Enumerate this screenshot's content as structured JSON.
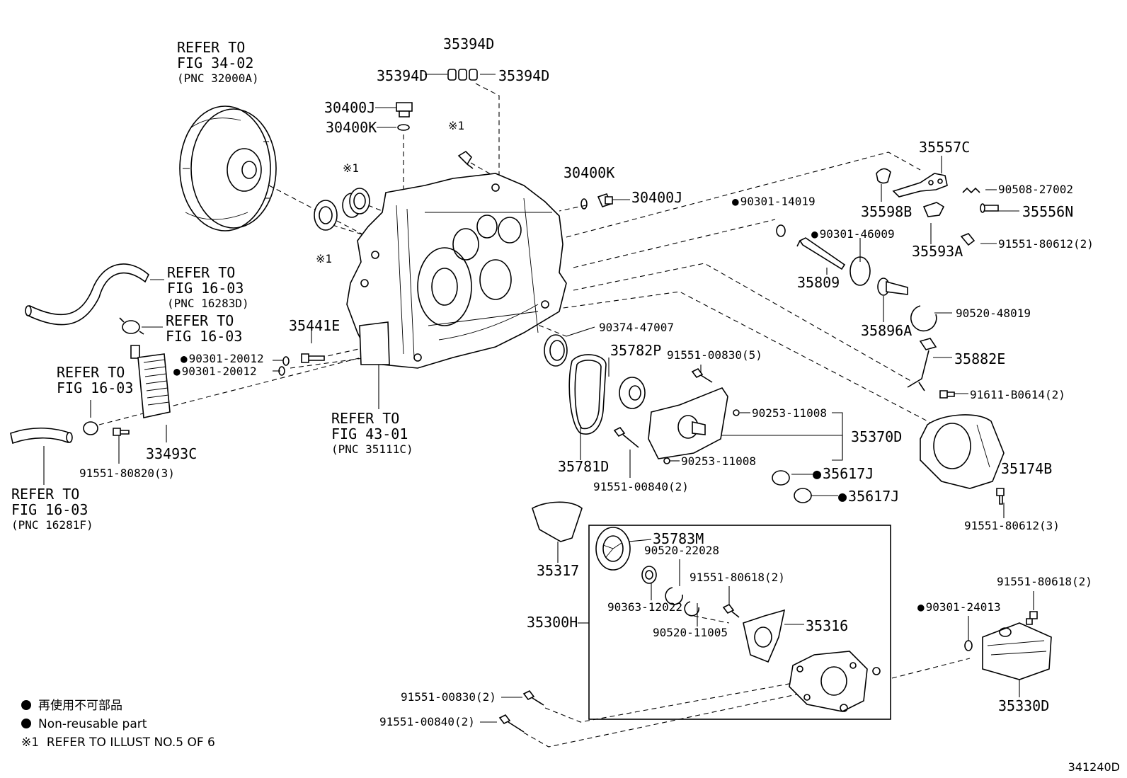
{
  "refs": {
    "converter": [
      "REFER TO",
      "FIG 34-02",
      "(PNC 32000A)"
    ],
    "hose_upper": [
      "REFER TO",
      "FIG 16-03",
      "(PNC 16283D)"
    ],
    "clamp_upper": [
      "REFER TO",
      "FIG 16-03"
    ],
    "clamp_left": [
      "REFER TO",
      "FIG 16-03"
    ],
    "hose_lower": [
      "REFER TO",
      "FIG 16-03",
      "(PNC 16281F)"
    ],
    "case": [
      "REFER TO",
      "FIG 43-01",
      "(PNC 35111C)"
    ]
  },
  "marks": {
    "note1": "※1"
  },
  "parts": {
    "p35394D_top": "35394D",
    "p35394D_left": "35394D",
    "p35394D_right": "35394D",
    "p30400J_top": "30400J",
    "p30400K_top": "30400K",
    "p30400K_right": "30400K",
    "p30400J_right": "30400J",
    "p35557C": "35557C",
    "p90508_27002": "90508-27002",
    "p35598B": "35598B",
    "p35556N": "35556N",
    "p90301_14019": "90301-14019",
    "p90301_46009": "90301-46009",
    "p91551_80612_2": "91551-80612(2)",
    "p35593A": "35593A",
    "p35809": "35809",
    "p90520_48019": "90520-48019",
    "p35896A": "35896A",
    "p35882E": "35882E",
    "p91611_B0614_2": "91611-B0614(2)",
    "p35441E": "35441E",
    "p90301_20012_a": "90301-20012",
    "p90301_20012_b": "90301-20012",
    "p33493C": "33493C",
    "p91551_80820_3": "91551-80820(3)",
    "p90374_47007": "90374-47007",
    "p35782P": "35782P",
    "p91551_00830_5": "91551-00830(5)",
    "p90253_11008_a": "90253-11008",
    "p35370D": "35370D",
    "p90253_11008_b": "90253-11008",
    "p35781D": "35781D",
    "p91551_00840_2": "91551-00840(2)",
    "p35617J_a": "35617J",
    "p35617J_b": "35617J",
    "p35174B": "35174B",
    "p91551_80612_3": "91551-80612(3)",
    "p35317": "35317",
    "p35783M": "35783M",
    "p90520_22028": "90520-22028",
    "p91551_80618_2_in": "91551-80618(2)",
    "p90363_12022": "90363-12022",
    "p35300H": "35300H",
    "p35316": "35316",
    "p90520_11005": "90520-11005",
    "p91551_80618_2_r": "91551-80618(2)",
    "p90301_24013": "90301-24013",
    "p35330D": "35330D",
    "p91551_00830_2": "91551-00830(2)",
    "p91551_00840_2b": "91551-00840(2)"
  },
  "legend": {
    "jp": "再使用不可部品",
    "en": "Non-reusable part",
    "note_mark": "※1",
    "note_text": "REFER TO ILLUST NO.5 OF 6"
  },
  "figure_id": "341240D"
}
